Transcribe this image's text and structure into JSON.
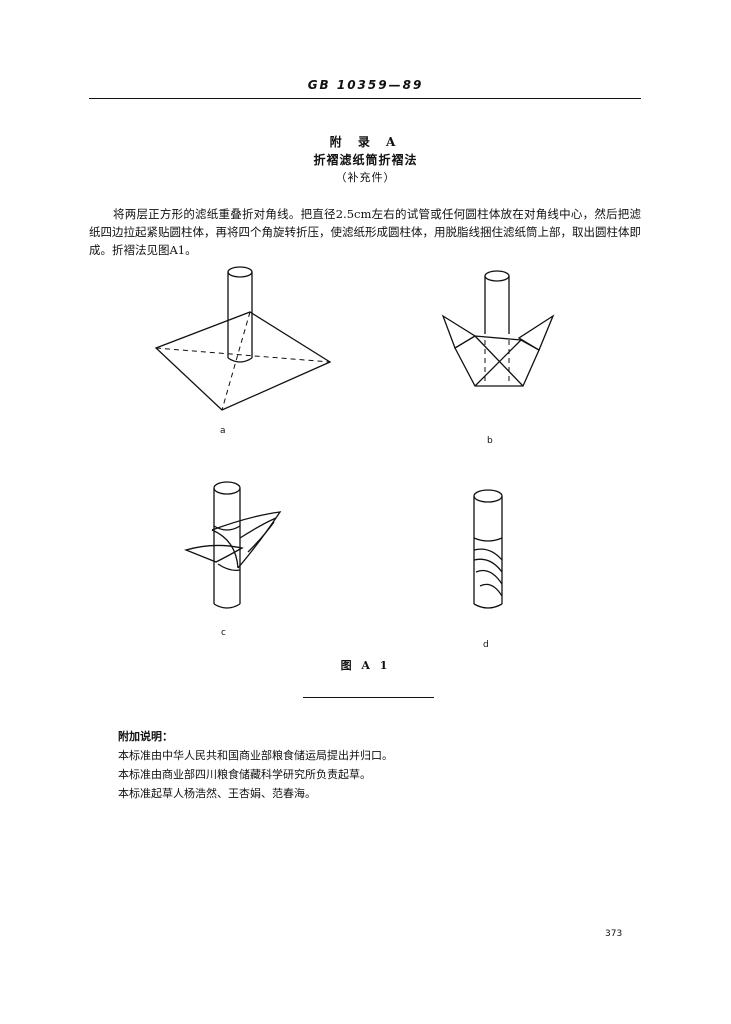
{
  "header": {
    "standard_code": "GB 10359—89"
  },
  "appendix": {
    "title": "附 录 A",
    "subtitle": "折褶滤纸筒折褶法",
    "note": "（补充件）"
  },
  "body": {
    "paragraph": "将两层正方形的滤纸重叠折对角线。把直径2.5cm左右的试管或任何圆柱体放在对角线中心，然后把滤纸四边拉起紧贴圆柱体，再将四个角旋转折压，使滤纸形成圆柱体，用脱脂线捆住滤纸筒上部，取出圆柱体即成。折褶法见图A1。"
  },
  "figure": {
    "sub_labels": [
      "a",
      "b",
      "c",
      "d"
    ],
    "caption": "图 A 1"
  },
  "notes": {
    "heading": "附加说明：",
    "lines": [
      "本标准由中华人民共和国商业部粮食储运局提出并归口。",
      "本标准由商业部四川粮食储藏科学研究所负责起草。",
      "本标准起草人杨浩然、王杏娟、范春海。"
    ]
  },
  "page": {
    "number": "373"
  }
}
